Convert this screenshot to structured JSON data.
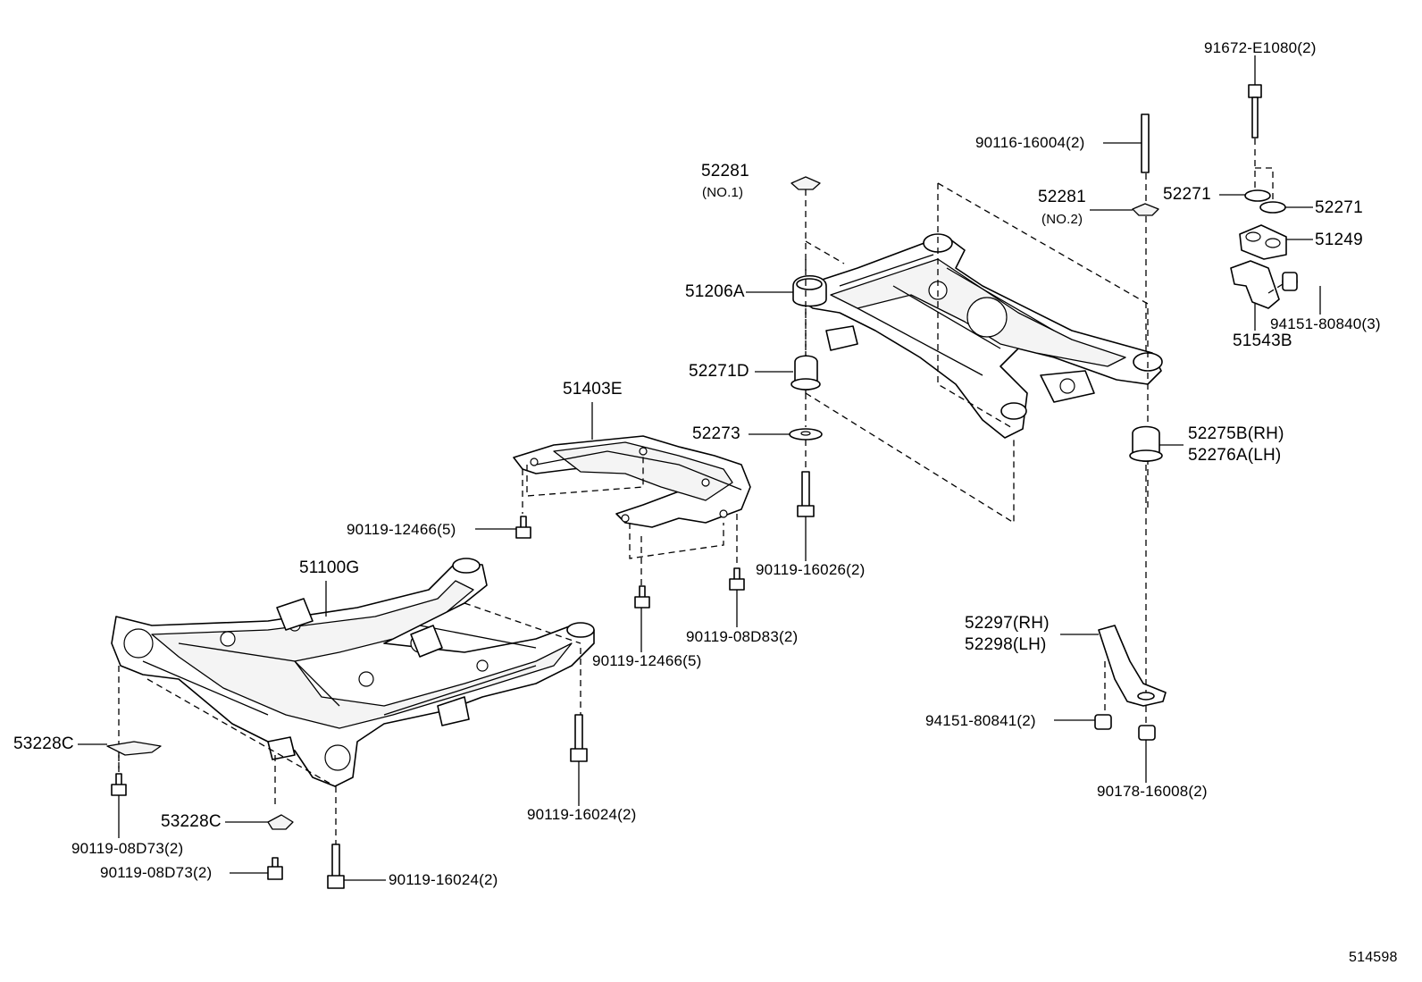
{
  "figure_id": "514598",
  "callouts": {
    "p91672": "91672-E1080(2)",
    "p90116": "90116-16004(2)",
    "p52281a": "52281",
    "p52281a_note": "(NO.1)",
    "p52281b": "52281",
    "p52281b_note": "(NO.2)",
    "p52271a": "52271",
    "p52271b": "52271",
    "p51249": "51249",
    "p94151a": "94151-80840(3)",
    "p51543b": "51543B",
    "p51206a": "51206A",
    "p52271d": "52271D",
    "p51403e": "51403E",
    "p52273": "52273",
    "p52275b": "52275B(RH)",
    "p52276a": "52276A(LH)",
    "p90119_12466_upper": "90119-12466(5)",
    "p90119_16026": "90119-16026(2)",
    "p51100g": "51100G",
    "p90119_08d83": "90119-08D83(2)",
    "p90119_12466_lower": "90119-12466(5)",
    "p52297": "52297(RH)",
    "p52298": "52298(LH)",
    "p94151b": "94151-80841(2)",
    "p53228c_a": "53228C",
    "p90178": "90178-16008(2)",
    "p90119_16024_a": "90119-16024(2)",
    "p53228c_b": "53228C",
    "p90119_08d73_a": "90119-08D73(2)",
    "p90119_08d73_b": "90119-08D73(2)",
    "p90119_16024_b": "90119-16024(2)"
  }
}
